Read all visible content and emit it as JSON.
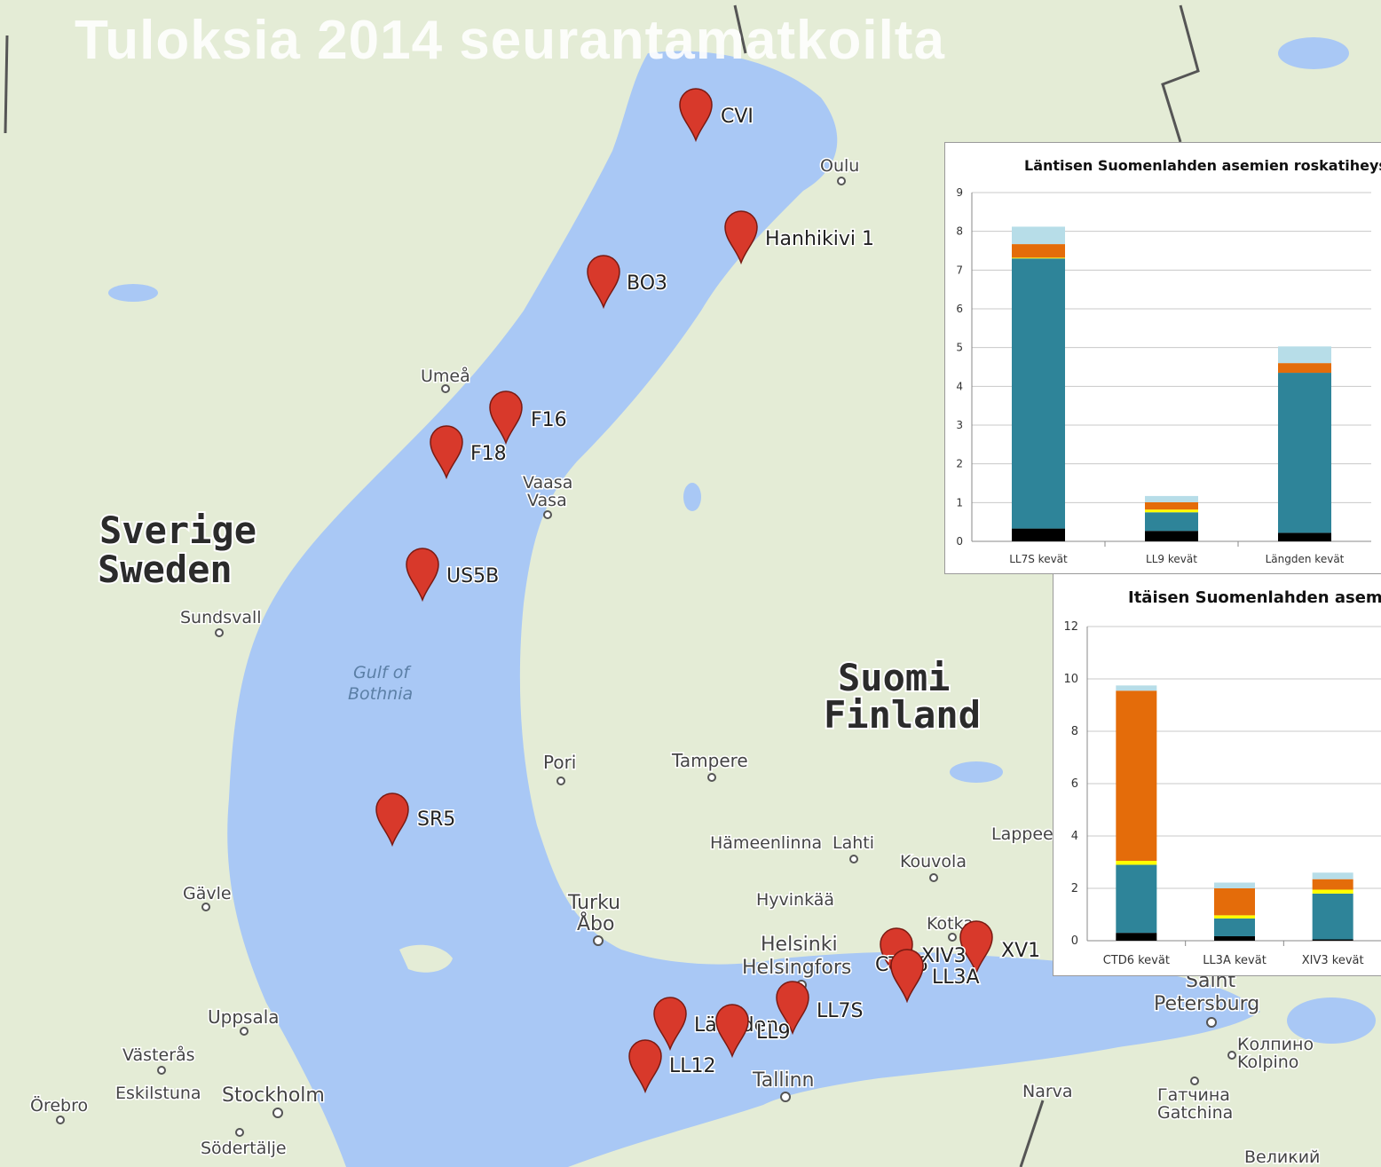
{
  "title": "Tuloksia 2014 seurantamatkoilta",
  "map": {
    "countries": [
      {
        "name": "Sverige"
      },
      {
        "name": "Sweden"
      },
      {
        "name": "Suomi"
      },
      {
        "name": "Finland"
      }
    ],
    "sea_label": [
      "Gulf of",
      "Bothnia"
    ],
    "places": [
      {
        "name": "Oulu"
      },
      {
        "name": "Umeå"
      },
      {
        "name": "Vaasa"
      },
      {
        "name": "Vasa"
      },
      {
        "name": "Sundsvall"
      },
      {
        "name": "Pori"
      },
      {
        "name": "Tampere"
      },
      {
        "name": "Hämeenlinna"
      },
      {
        "name": "Lahti"
      },
      {
        "name": "Lappee"
      },
      {
        "name": "Kouvola"
      },
      {
        "name": "Hyvinkää"
      },
      {
        "name": "Turku"
      },
      {
        "name": "Åbo"
      },
      {
        "name": "Gävle"
      },
      {
        "name": "Helsinki"
      },
      {
        "name": "Helsingfors"
      },
      {
        "name": "Kotka"
      },
      {
        "name": "Uppsala"
      },
      {
        "name": "Västerås"
      },
      {
        "name": "Eskilstuna"
      },
      {
        "name": "Stockholm"
      },
      {
        "name": "Örebro"
      },
      {
        "name": "Södertälje"
      },
      {
        "name": "Tallinn"
      },
      {
        "name": "Narva"
      },
      {
        "name": "Saint"
      },
      {
        "name": "Petersburg"
      },
      {
        "name": "Колпино"
      },
      {
        "name": "Kolpino"
      },
      {
        "name": "Гатчина"
      },
      {
        "name": "Gatchina"
      },
      {
        "name": "Великий"
      }
    ],
    "stations": [
      {
        "name": "CVI"
      },
      {
        "name": "Hanhikivi 1"
      },
      {
        "name": "BO3"
      },
      {
        "name": "F16"
      },
      {
        "name": "F18"
      },
      {
        "name": "US5B"
      },
      {
        "name": "SR5"
      },
      {
        "name": "XV1"
      },
      {
        "name": "CTD6"
      },
      {
        "name": "XIV3"
      },
      {
        "name": "LL3A"
      },
      {
        "name": "LL7S"
      },
      {
        "name": "Längden"
      },
      {
        "name": "LL9"
      },
      {
        "name": "LL12"
      }
    ]
  },
  "colors": {
    "sea": "#a9c8f5",
    "land": "#e4ecd6",
    "marker": "#d8392b",
    "series": [
      "#000000",
      "#2e8499",
      "#ffff00",
      "#e46c0a",
      "#b7dde8"
    ]
  },
  "chart_data": [
    {
      "type": "bar",
      "stacked": true,
      "title": "Läntisen Suomenlahden asemien roskatiheys ke",
      "categories": [
        "LL7S kevät",
        "LL9 kevät",
        "Längden kevät"
      ],
      "ylim": [
        0,
        9
      ],
      "yticks": [
        0,
        1,
        2,
        3,
        4,
        5,
        6,
        7,
        8,
        9
      ],
      "grid": true,
      "series": [
        {
          "values": [
            0.33,
            0.27,
            0.22
          ]
        },
        {
          "values": [
            6.97,
            0.48,
            4.13
          ]
        },
        {
          "values": [
            0.02,
            0.07,
            0.0
          ]
        },
        {
          "values": [
            0.35,
            0.19,
            0.25
          ]
        },
        {
          "values": [
            0.45,
            0.16,
            0.43
          ]
        }
      ]
    },
    {
      "type": "bar",
      "stacked": true,
      "title": "Itäisen Suomenlahden asemien",
      "categories": [
        "CTD6 kevät",
        "LL3A kevät",
        "XIV3 kevät"
      ],
      "ylim": [
        0,
        12
      ],
      "yticks": [
        0,
        2,
        4,
        6,
        8,
        10,
        12
      ],
      "grid": true,
      "series": [
        {
          "values": [
            0.3,
            0.17,
            0.05
          ]
        },
        {
          "values": [
            2.6,
            0.68,
            1.75
          ]
        },
        {
          "values": [
            0.15,
            0.12,
            0.15
          ]
        },
        {
          "values": [
            6.5,
            1.03,
            0.4
          ]
        },
        {
          "values": [
            0.2,
            0.22,
            0.25
          ]
        }
      ]
    }
  ]
}
